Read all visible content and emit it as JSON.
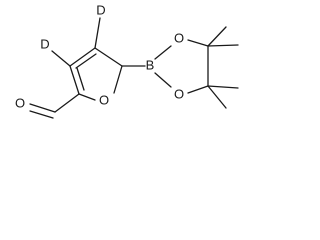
{
  "molecule": {
    "atoms": {
      "d1": "D",
      "d2": "D",
      "o_aldehyde": "O",
      "o_ring": "O",
      "boron": "B",
      "o_boronate_top": "O",
      "o_boronate_bottom": "O"
    }
  }
}
